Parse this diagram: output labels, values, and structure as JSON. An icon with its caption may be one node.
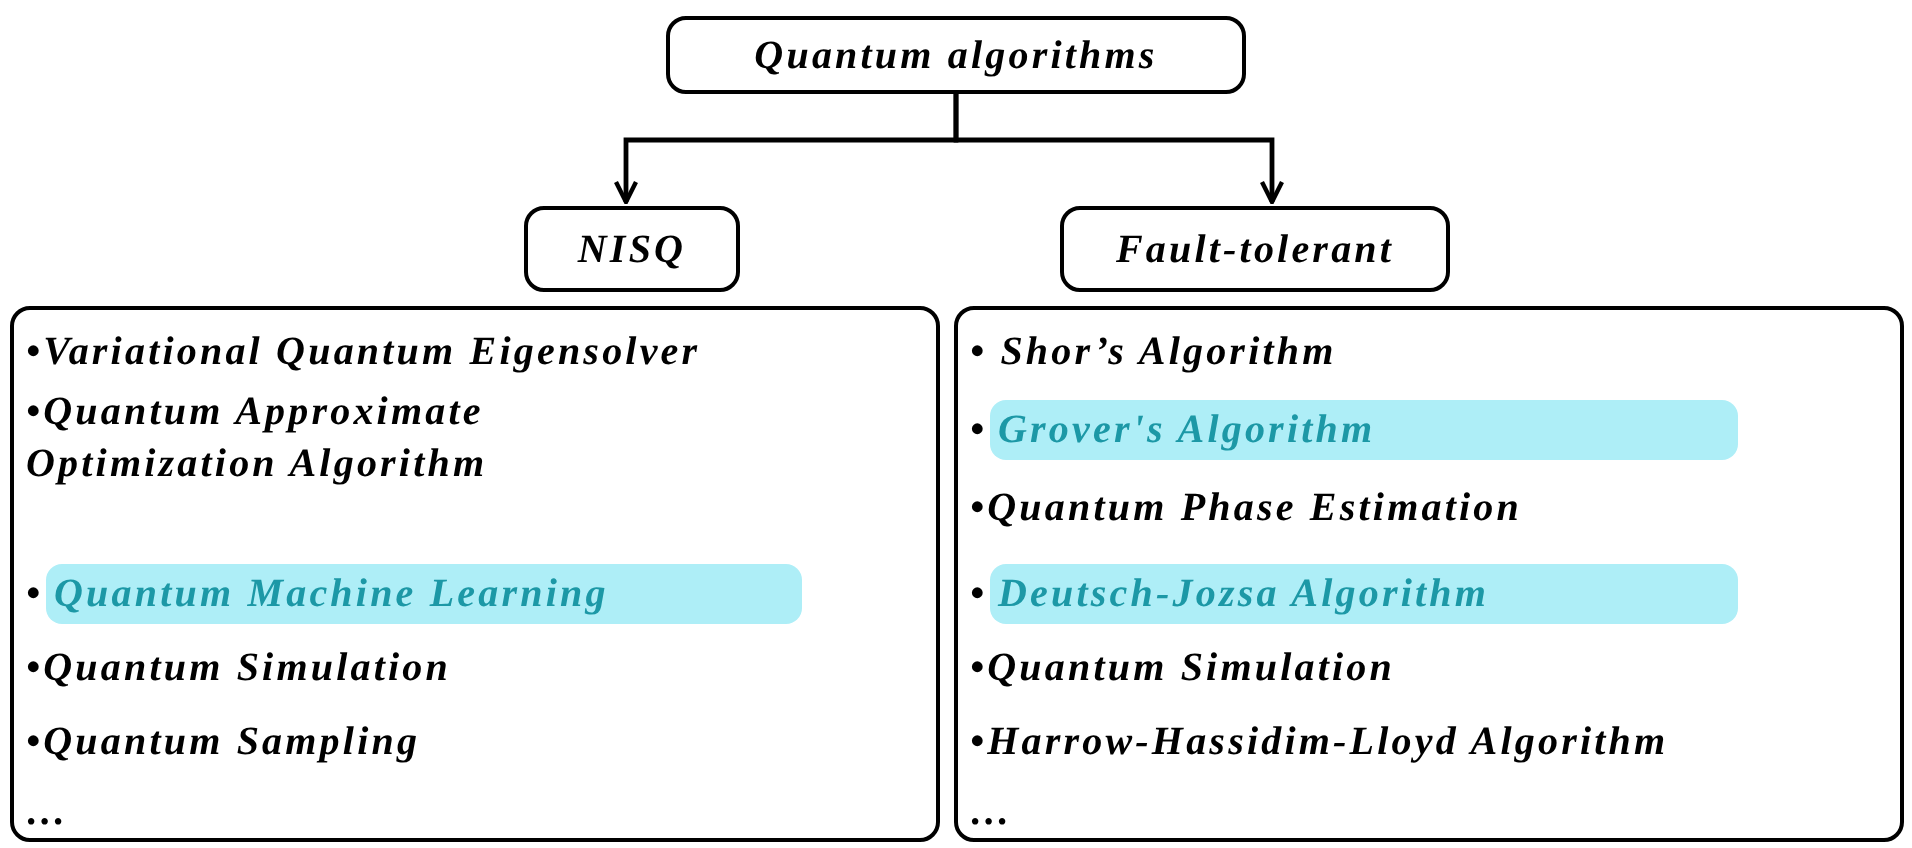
{
  "diagram": {
    "nodes": [
      {
        "text": [
          "Quantum algorithms"
        ]
      },
      {
        "text": [
          "NISQ"
        ]
      },
      {
        "text": [
          "Fault-tolerant"
        ]
      },
      {
        "text": [
          "•Variational Quantum Eigensolver",
          "•Quantum Approximate Optimization Algorithm",
          "•Quantum Simulation",
          "•Quantum Sampling",
          "…"
        ]
      },
      {
        "text": [
          "Quantum Machine Learning"
        ],
        "in": 3,
        "beside": [
          "•"
        ]
      },
      {
        "text": [
          "• Shor’s Algorithm",
          "•Quantum Phase Estimation",
          "•Quantum Simulation",
          "•Harrow-Hassidim-Lloyd Algorithm",
          "…"
        ]
      },
      {
        "text": [
          "Grover's Algorithm"
        ],
        "in": 5,
        "beside": [
          "•"
        ]
      },
      {
        "text": [
          "Deutsch-Jozsa Algorithm"
        ],
        "in": 5,
        "beside": [
          "•"
        ]
      }
    ],
    "edges": [
      {
        "from": 0,
        "to": 1,
        "arrow": "to"
      },
      {
        "from": 0,
        "to": 2,
        "arrow": "to"
      }
    ]
  }
}
